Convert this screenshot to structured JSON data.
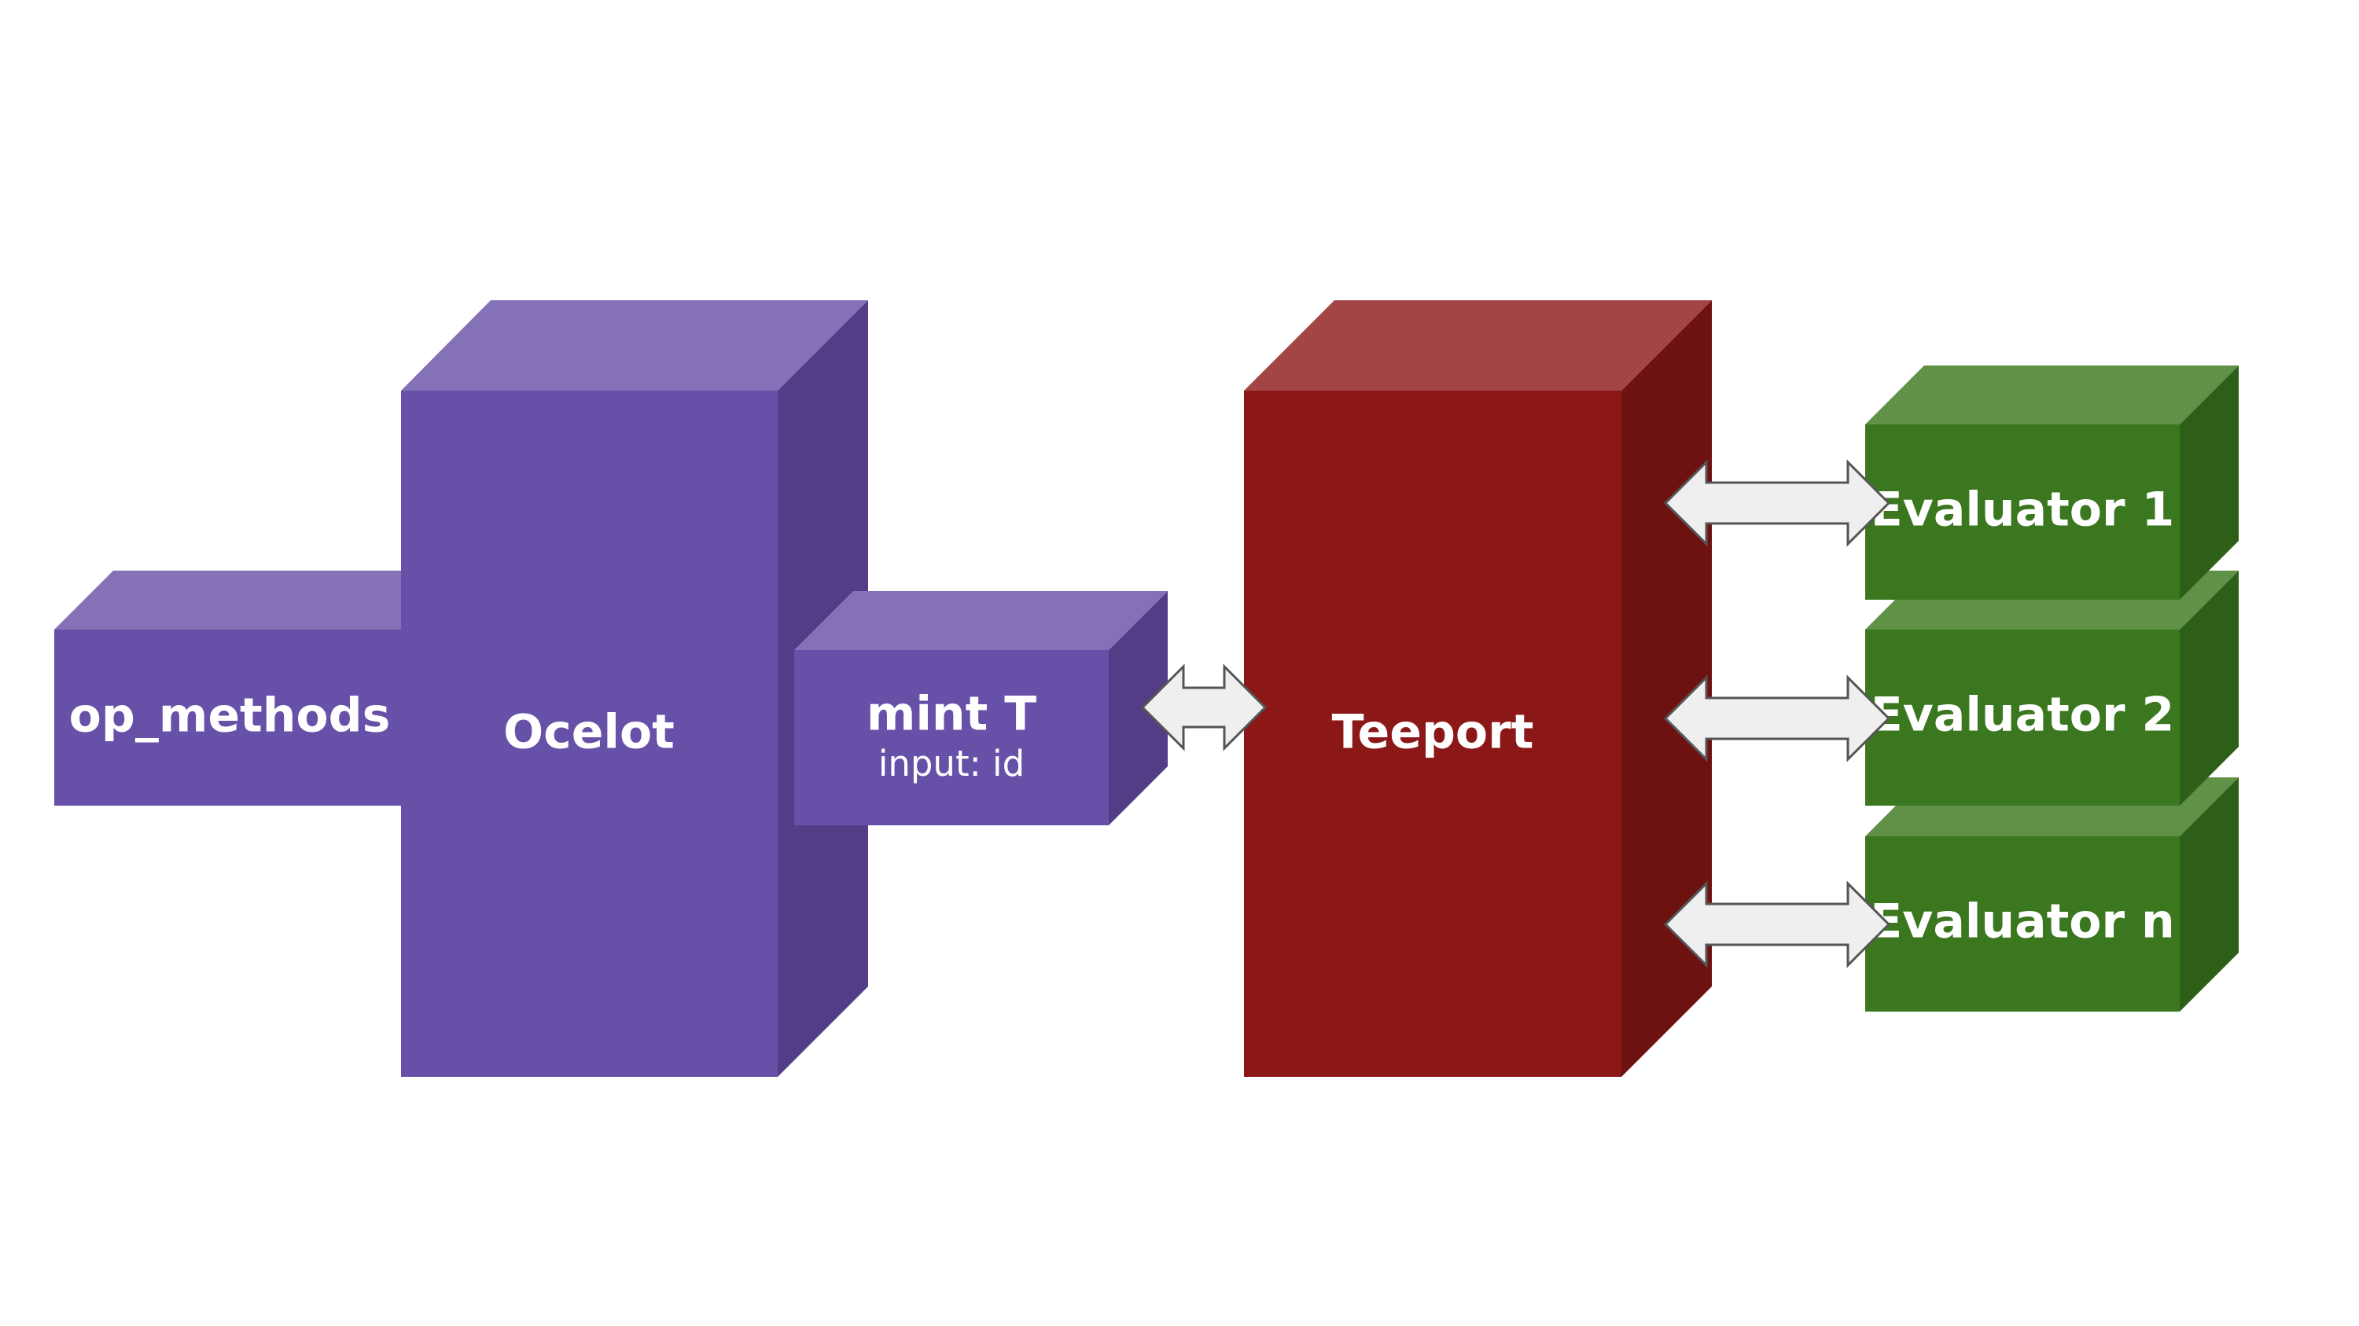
{
  "nodes": {
    "op_methods": {
      "label": "op_methods",
      "color": "#6750a8"
    },
    "ocelot": {
      "label": "Ocelot",
      "color": "#6750a8"
    },
    "mint": {
      "label": "mint T",
      "sublabel": "input: id",
      "color": "#6750a8"
    },
    "teeport": {
      "label": "Teeport",
      "color": "#8b1717"
    },
    "evaluators": [
      {
        "label": "Evaluator 1",
        "color": "#3a771f"
      },
      {
        "label": "Evaluator 2",
        "color": "#3a771f"
      },
      {
        "label": "Evaluator n",
        "color": "#3a771f"
      }
    ]
  },
  "colors": {
    "purple_front": "#6750a8",
    "purple_top": "#8571b8",
    "purple_side": "#533d87",
    "red_front": "#8b1717",
    "red_top": "#a34545",
    "red_side": "#6e1111",
    "green_front": "#3a771f",
    "green_top": "#5f9147",
    "green_side": "#2d5f18",
    "arrow_fill": "#efefef",
    "arrow_stroke": "#555555"
  },
  "edges": [
    {
      "from": "mint",
      "to": "teeport",
      "style": "double-arrow"
    },
    {
      "from": "teeport",
      "to": "evaluator_1",
      "style": "double-arrow"
    },
    {
      "from": "teeport",
      "to": "evaluator_2",
      "style": "double-arrow"
    },
    {
      "from": "teeport",
      "to": "evaluator_n",
      "style": "double-arrow"
    }
  ]
}
